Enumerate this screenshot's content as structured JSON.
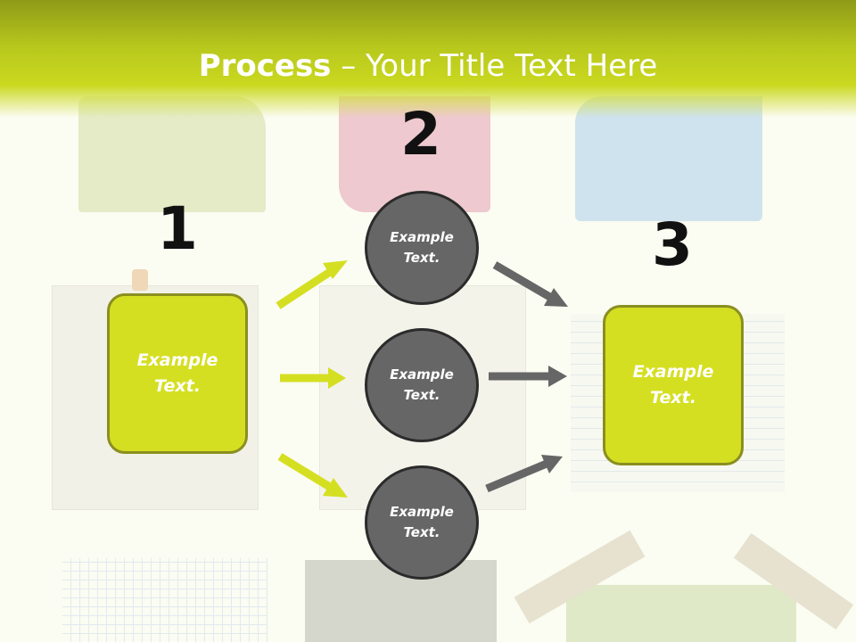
{
  "title": {
    "bold": "Process",
    "rest": " – Your Title Text Here"
  },
  "steps": [
    {
      "number": "1",
      "text": "Example\nText."
    },
    {
      "number": "2",
      "items": [
        "Example\nText.",
        "Example\nText.",
        "Example\nText."
      ]
    },
    {
      "number": "3",
      "text": "Example\nText."
    }
  ],
  "colors": {
    "accent": "#d5df22",
    "title_bar": "#c5d41f",
    "circle": "#666666",
    "arrow_gray": "#666666"
  }
}
